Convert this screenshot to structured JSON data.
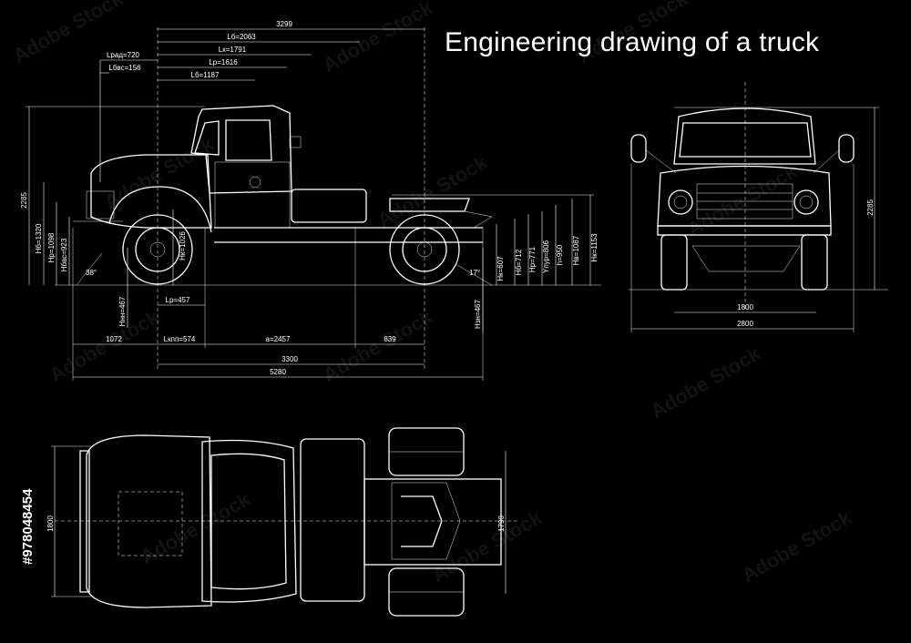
{
  "title": "Engineering drawing of a truck",
  "stock_id": "#978048454",
  "watermark": "Adobe Stock",
  "side_view": {
    "dims_top": [
      "3299",
      "Lб=2063",
      "Lк=1791",
      "Lр=1616",
      "Lб=1187",
      "Lрад=720",
      "Lбвс=156"
    ],
    "dims_bottom": [
      "Lр=457",
      "1072",
      "Lкпп=574",
      "a=2457",
      "839",
      "3300",
      "5280"
    ],
    "heights_left": [
      "2285",
      "Hб=1320",
      "Hр=1098",
      "Hбвс=923",
      "Hк=1026",
      "Hнн=467",
      "38°"
    ],
    "heights_right": [
      "Hк=607",
      "Hб=712",
      "Hр=771",
      "Yпур=806",
      "h=950",
      "Hв=1087",
      "Hк=1153",
      "Hзн=467",
      "17°"
    ]
  },
  "front_view": {
    "height": "2285",
    "track": "1800",
    "width": "2800"
  },
  "top_view": {
    "front_width": "1800",
    "rear_width": "1790"
  }
}
